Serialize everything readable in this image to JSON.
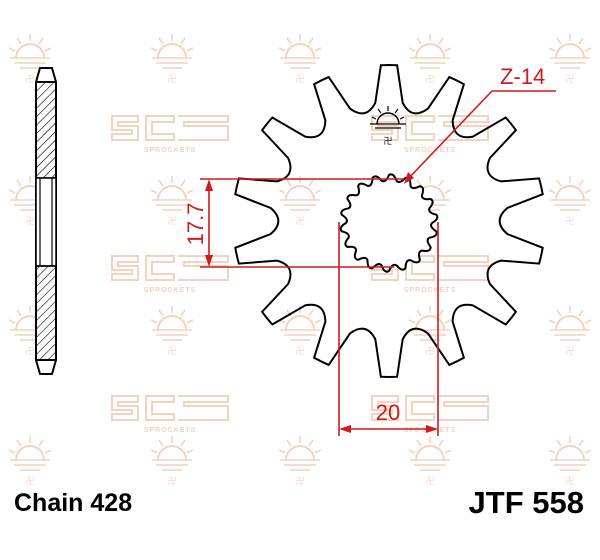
{
  "diagram": {
    "chain_label": "Chain 428",
    "part_number": "JTF 558",
    "teeth_label": "Z-14",
    "teeth": 14,
    "bore_dimension": "17.7",
    "width_dimension": "20",
    "watermark_brand": "SPROCKETS",
    "colors": {
      "outline": "#000000",
      "dimension": "#d11a1a",
      "watermark": "#f3d2c2"
    }
  }
}
